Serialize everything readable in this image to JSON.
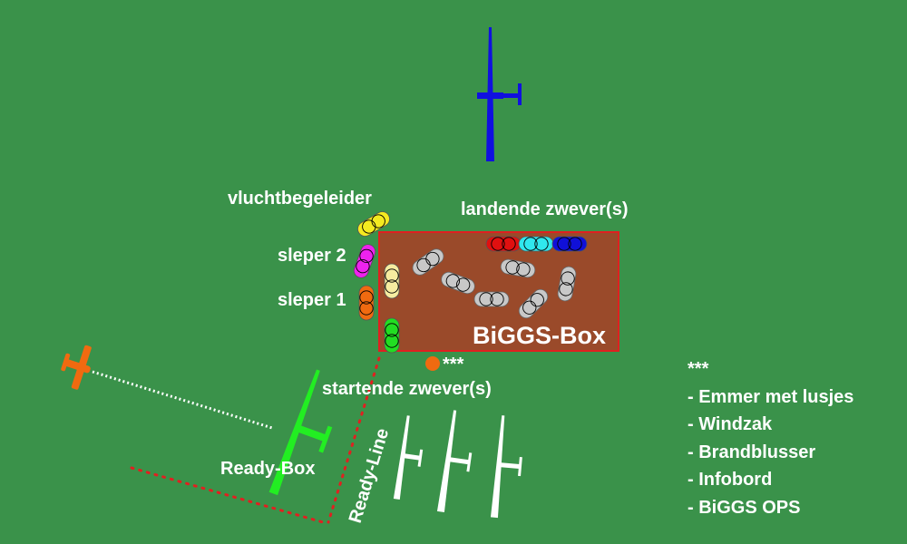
{
  "labels": {
    "flight_attendant": "vluchtbegeleider",
    "landing_gliders": "landende zwever(s)",
    "tow_plane_2": "sleper 2",
    "tow_plane_1": "sleper 1",
    "biggs_box": "BiGGS-Box",
    "starting_gliders": "startende zwever(s)",
    "ready_box": "Ready-Box",
    "ready_line": "Ready-Line",
    "marker_stars": "***"
  },
  "legend": {
    "header": "***",
    "items": [
      "- Emmer met lusjes",
      "- Windzak",
      "- Brandblusser",
      "- Infobord",
      "- BiGGS OPS"
    ]
  },
  "colors": {
    "grass": "#3a924a",
    "box_fill": "#9a4a2a",
    "box_border": "#e02020",
    "landing_glider": "#1010e0",
    "ready_glider": "#22ee22",
    "tow_plane": "#f06a10",
    "waiting_gliders": "#ffffff",
    "car_flight_attendant": "#f4ea20",
    "car_tow_2": "#ee22ee",
    "car_tow_1": "#f06a10",
    "car_start": "#22dd22",
    "car_cream": "#f6eca0",
    "car_parked": "#c8c8c8",
    "car_red": "#e01010",
    "car_cyan": "#30e8ee",
    "car_blue": "#1010d8"
  }
}
